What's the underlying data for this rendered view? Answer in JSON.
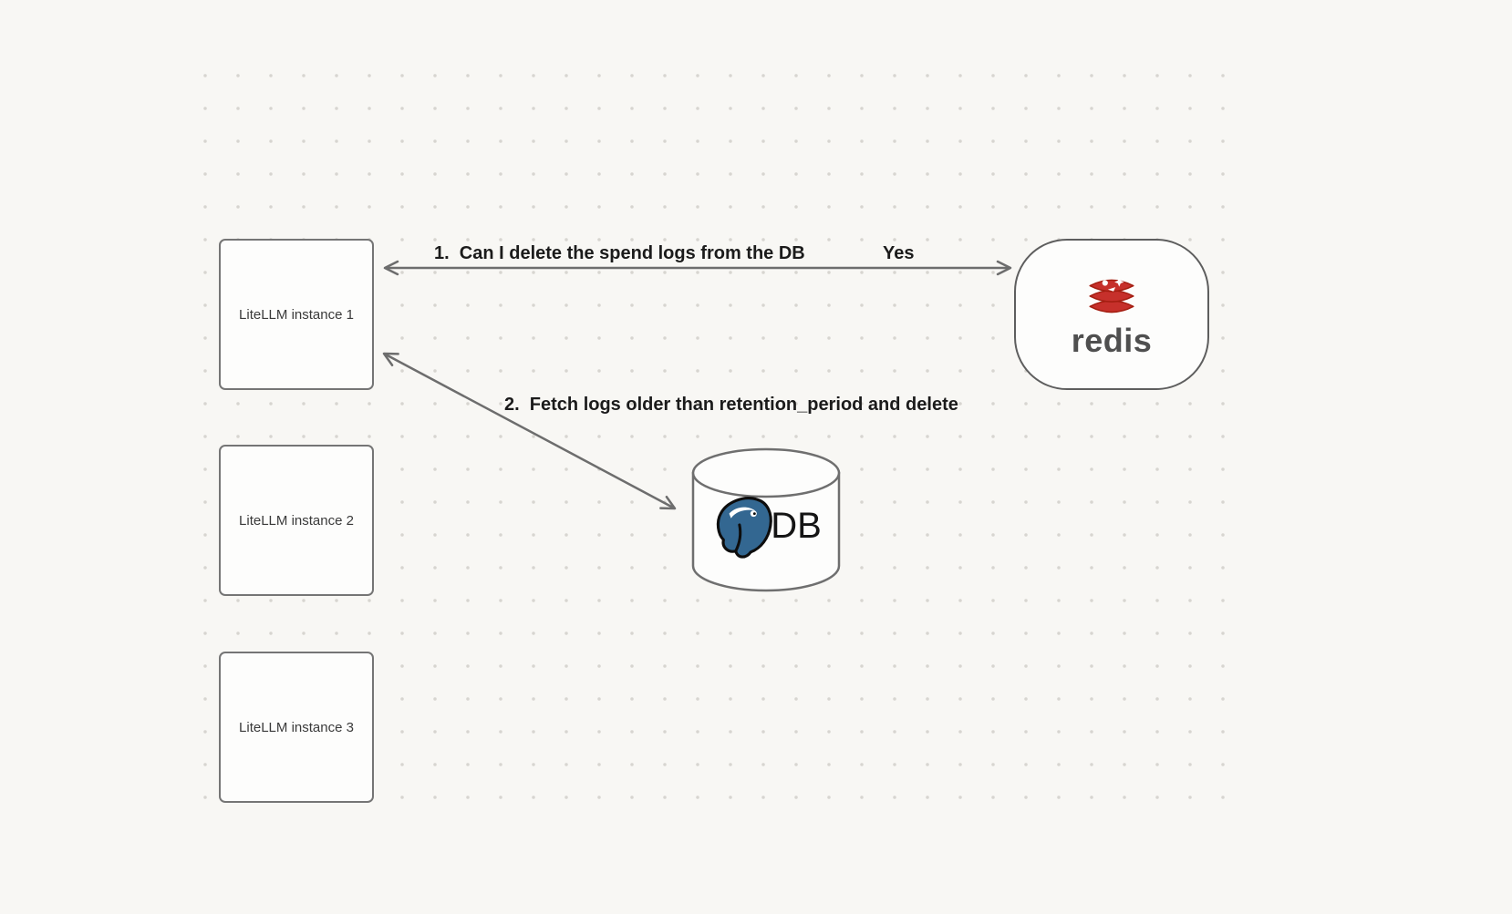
{
  "diagram": {
    "nodes": {
      "litellm_instance_1": {
        "label": "LiteLLM instance 1",
        "shape": "rectangle"
      },
      "litellm_instance_2": {
        "label": "LiteLLM instance 2",
        "shape": "rectangle"
      },
      "litellm_instance_3": {
        "label": "LiteLLM instance 3",
        "shape": "rectangle"
      },
      "redis": {
        "label": "redis",
        "shape": "rounded-pill",
        "icon": "redis-logo-icon"
      },
      "db": {
        "label": "DB",
        "shape": "database-cylinder",
        "icon": "postgres-elephant-icon"
      }
    },
    "edges": [
      {
        "id": "edge-1",
        "from": "litellm_instance_1",
        "to": "redis",
        "bidirectional": true,
        "label": "1.  Can I delete the spend logs from the DB",
        "response": "Yes"
      },
      {
        "id": "edge-2",
        "from": "litellm_instance_1",
        "to": "db",
        "bidirectional": true,
        "label": "2.  Fetch logs older than retention_period and delete",
        "response": ""
      }
    ],
    "colors": {
      "background": "#f8f7f4",
      "dot_grid": "#d7d5d0",
      "node_border": "#757575",
      "node_fill": "#fdfdfc",
      "arrow": "#6d6d6d",
      "edge_label_text": "#1b1b1b",
      "node_label_text": "#3a3a3a",
      "redis_red": "#c6302b",
      "redis_dark_red": "#a41e11",
      "redis_wordmark": "#4f4f4f",
      "postgres_blue": "#336791"
    }
  }
}
